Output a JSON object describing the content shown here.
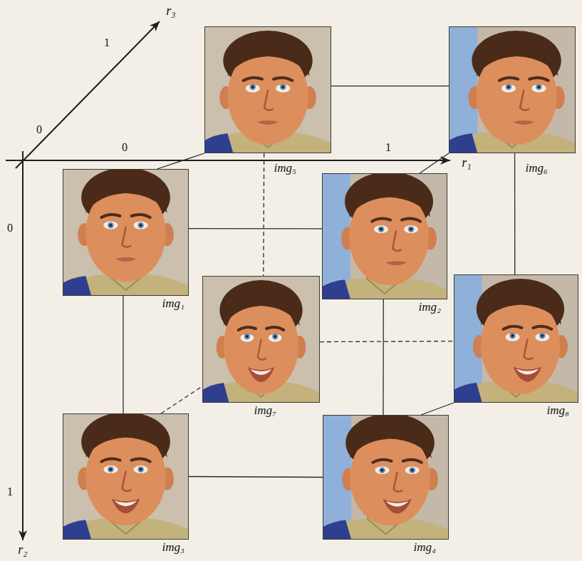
{
  "diagram": {
    "nodes": [
      {
        "text": [
          "img₅"
        ]
      },
      {
        "text": [
          "img₆"
        ]
      },
      {
        "text": [
          "img₁"
        ]
      },
      {
        "text": [
          "img₂"
        ]
      },
      {
        "text": [
          "img₇"
        ]
      },
      {
        "text": [
          "img₈"
        ]
      },
      {
        "text": [
          "img₃"
        ]
      },
      {
        "text": [
          "img₄"
        ]
      }
    ],
    "edges": [
      {
        "from": 2,
        "to": 3,
        "arrow": "none"
      },
      {
        "from": 2,
        "to": 6,
        "arrow": "none"
      },
      {
        "from": 2,
        "to": 0,
        "arrow": "none"
      },
      {
        "from": 0,
        "to": 1,
        "arrow": "none"
      },
      {
        "from": 3,
        "to": 1,
        "arrow": "none"
      },
      {
        "from": 3,
        "to": 7,
        "arrow": "none"
      },
      {
        "from": 6,
        "to": 7,
        "arrow": "none"
      },
      {
        "from": 7,
        "to": 5,
        "arrow": "none"
      },
      {
        "from": 1,
        "to": 5,
        "arrow": "none"
      },
      {
        "from": 0,
        "to": 4,
        "arrow": "none"
      },
      {
        "from": 4,
        "to": 5,
        "arrow": "none"
      },
      {
        "from": 6,
        "to": 4,
        "arrow": "none"
      }
    ],
    "labels": [
      "r₃",
      "1",
      "0",
      "0",
      "1",
      "r₁",
      "0",
      "1",
      "r₂"
    ]
  }
}
